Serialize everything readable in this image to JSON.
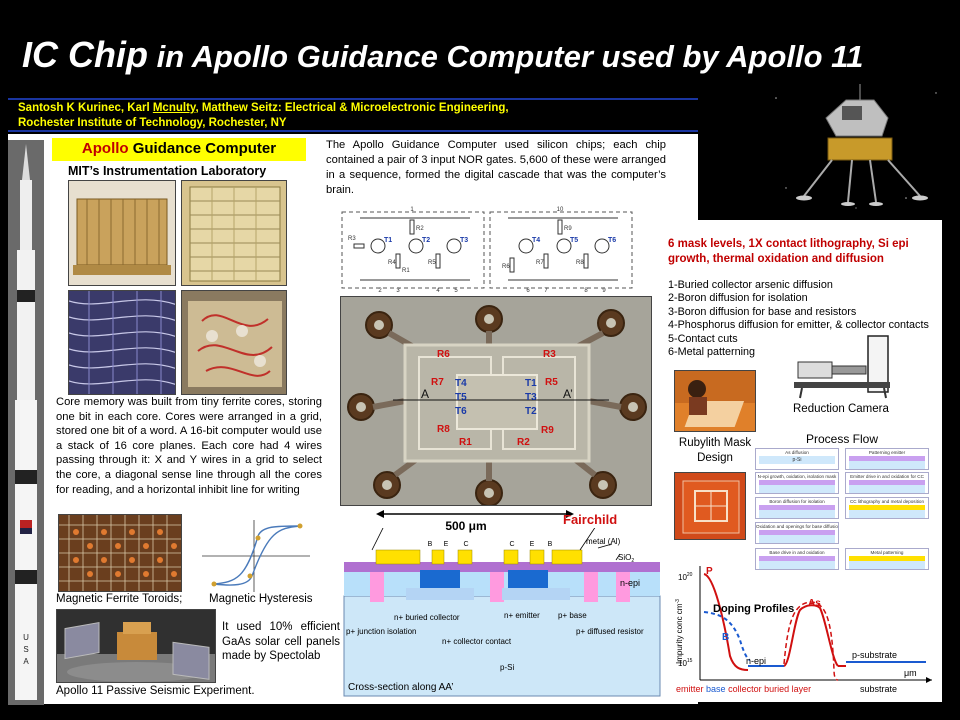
{
  "header": {
    "title_main": "IC Chip",
    "title_rest": " in Apollo Guidance Computer used by Apollo 11",
    "authors_prefix": "Santosh K Kurinec, Karl ",
    "authors_underlined": "Mcnulty",
    "authors_suffix": ", Matthew Seitz: Electrical & Microelectronic Engineering,",
    "institution": "Rochester Institute of Technology, Rochester, NY"
  },
  "left_column": {
    "apollo_word": "Apollo",
    "guidance_word": " Guidance Computer",
    "lab": "MIT’s Instrumentation Laboratory",
    "core_memory_text": "Core memory was built from tiny ferrite cores, storing one bit in each core. Cores were arranged in a grid, stored one bit of a word.  A 16-bit computer would use a stack of 16 core planes. Each core had 4 wires passing through it: X and Y wires in a grid to select the core, a diagonal sense line through all the cores for reading, and a horizontal inhibit line for writing",
    "toroids_label": "Magnetic Ferrite Toroids;",
    "hysteresis_label": "Magnetic Hysteresis",
    "solar_text": "It used 10% efficient GaAs solar cell panels made by Spectolab",
    "seismic_label": "Apollo 11 Passive Seismic Experiment."
  },
  "center_column": {
    "intro_text": "The Apollo Guidance Computer used silicon chips; each chip contained a pair of 3 input NOR gates.  5,600 of these were arranged in a sequence, formed the digital cascade that was the computer’s brain.",
    "circuit": {
      "left_transistors": [
        "T1",
        "T2",
        "T3"
      ],
      "right_transistors": [
        "T4",
        "T5",
        "T6"
      ],
      "resistors": [
        "R1",
        "R2",
        "R3",
        "R4",
        "R5",
        "R6",
        "R7",
        "R8",
        "R9"
      ],
      "pins": [
        "1",
        "2",
        "3",
        "4",
        "5",
        "6",
        "7",
        "8",
        "9",
        "10"
      ]
    },
    "die": {
      "labels_left": [
        "R6",
        "R7",
        "R8",
        "R1"
      ],
      "labels_right": [
        "R3",
        "R5",
        "R9",
        "R2"
      ],
      "transistors_left": [
        "T4",
        "T5",
        "T6"
      ],
      "transistors_right": [
        "T1",
        "T3",
        "T2"
      ],
      "section_a": "A",
      "section_a_prime": "A’"
    },
    "scale": "500 μm",
    "brand": "Fairchild",
    "cross_section": {
      "letters": [
        "B",
        "E",
        "C",
        "C",
        "E",
        "B"
      ],
      "metal": "metal (Al)",
      "oxide": "SiO",
      "oxide_sub": "2",
      "n_epi": "n-epi",
      "p_si": "p-Si",
      "junction_isolation": "p+ junction isolation",
      "buried_collector": "n+ buried collector",
      "collector_contact": "n+ collector contact",
      "emitter": "n+ emitter",
      "base": "p+ base",
      "diffused_resistor": "p+ diffused resistor",
      "caption": "Cross-section along AA’"
    }
  },
  "right_column": {
    "mask_title": "6 mask levels, 1X contact lithography, Si epi growth, thermal oxidation and diffusion",
    "steps": [
      "1-Buried collector arsenic diffusion",
      "2-Boron diffusion for isolation",
      "3-Boron diffusion for base and resistors",
      "4-Phosphorus diffusion for emitter, & collector contacts",
      "5-Contact cuts",
      "6-Metal patterning"
    ],
    "rubylith_label": "Rubylith Mask Design",
    "reduction_label": "Reduction Camera",
    "process_label": "Process Flow",
    "process_steps": [
      "As diffusion",
      "N-epi growth, oxidation, isolation mask",
      "Boron diffusion for isolation",
      "Oxidation and openings for base diffusion",
      "Base drive in and oxidation",
      "Patterning emitter",
      "Emitter drive in and oxidation for CC",
      "CC lithography and metal deposition",
      "Metal patterning"
    ],
    "process_p_si": "p-Si",
    "doping": {
      "title": "Doping Profiles",
      "y_axis": "Impurity conc cm",
      "y_axis_sup": "-3",
      "y_top_base": "10",
      "y_top_exp": "20",
      "y_bottom_base": "10",
      "y_bottom_exp": "15",
      "p_label": "P",
      "b_label": "B",
      "as_label": "As",
      "n_epi": "n-epi",
      "p_substrate": "p-substrate",
      "x_unit": "μm",
      "legend_emitter": "emitter",
      "legend_base": "base",
      "legend_collector": "collector",
      "legend_buried": "buried layer",
      "legend_substrate": "substrate"
    }
  }
}
